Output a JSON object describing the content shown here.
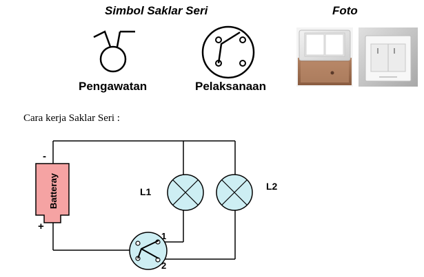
{
  "header": {
    "symbol_title": "Simbol Saklar Seri",
    "photo_title": "Foto"
  },
  "symbols": {
    "pengawatan_label": "Pengawatan",
    "pelaksanaan_label": "Pelaksanaan"
  },
  "caption": "Cara kerja Saklar Seri :",
  "circuit": {
    "battery_label": "Batteray",
    "minus_sign": "-",
    "plus_sign": "+",
    "lamp1_label": "L1",
    "lamp2_label": "L2",
    "terminal1_label": "1",
    "terminal2_label": "2"
  },
  "colors": {
    "battery_fill": "#f5a3a3",
    "lamp_fill": "#cdeef3",
    "switch_fill": "#cdeef3",
    "line": "#000000"
  }
}
